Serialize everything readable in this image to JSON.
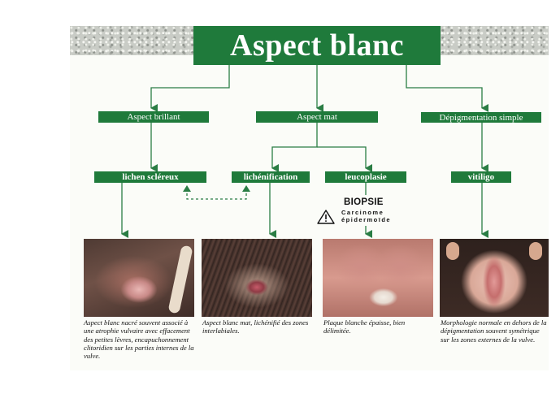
{
  "colors": {
    "green": "#1f7a3b",
    "arrow": "#2a7d44"
  },
  "title": "Aspect blanc",
  "level1": {
    "brillant": "Aspect brillant",
    "mat": "Aspect mat",
    "depig": "Dépigmentation simple"
  },
  "level2": {
    "lichen": "lichen scléreux",
    "lichenification": "lichénification",
    "leucoplasie": "leucoplasie",
    "vitiligo": "vitiligo"
  },
  "biopsy": {
    "label": "BIOPSIE",
    "line1": "Carcinome",
    "line2": "épidermoïde",
    "icon": "warning-triangle-icon"
  },
  "captions": {
    "c1": "Aspect blanc nacré souvent associé à une atrophie vulvaire avec effacement des petites lèvres, encapuchonnement clitoridien sur les parties internes de la vulve.",
    "c2": "Aspect blanc mat, lichénifié des zones interlabiales.",
    "c3": "Plaque blanche épaisse, bien délimitée.",
    "c4": "Morphologie normale en dehors de la dépigmentation souvent symétrique sur les zones externes de la vulve."
  }
}
